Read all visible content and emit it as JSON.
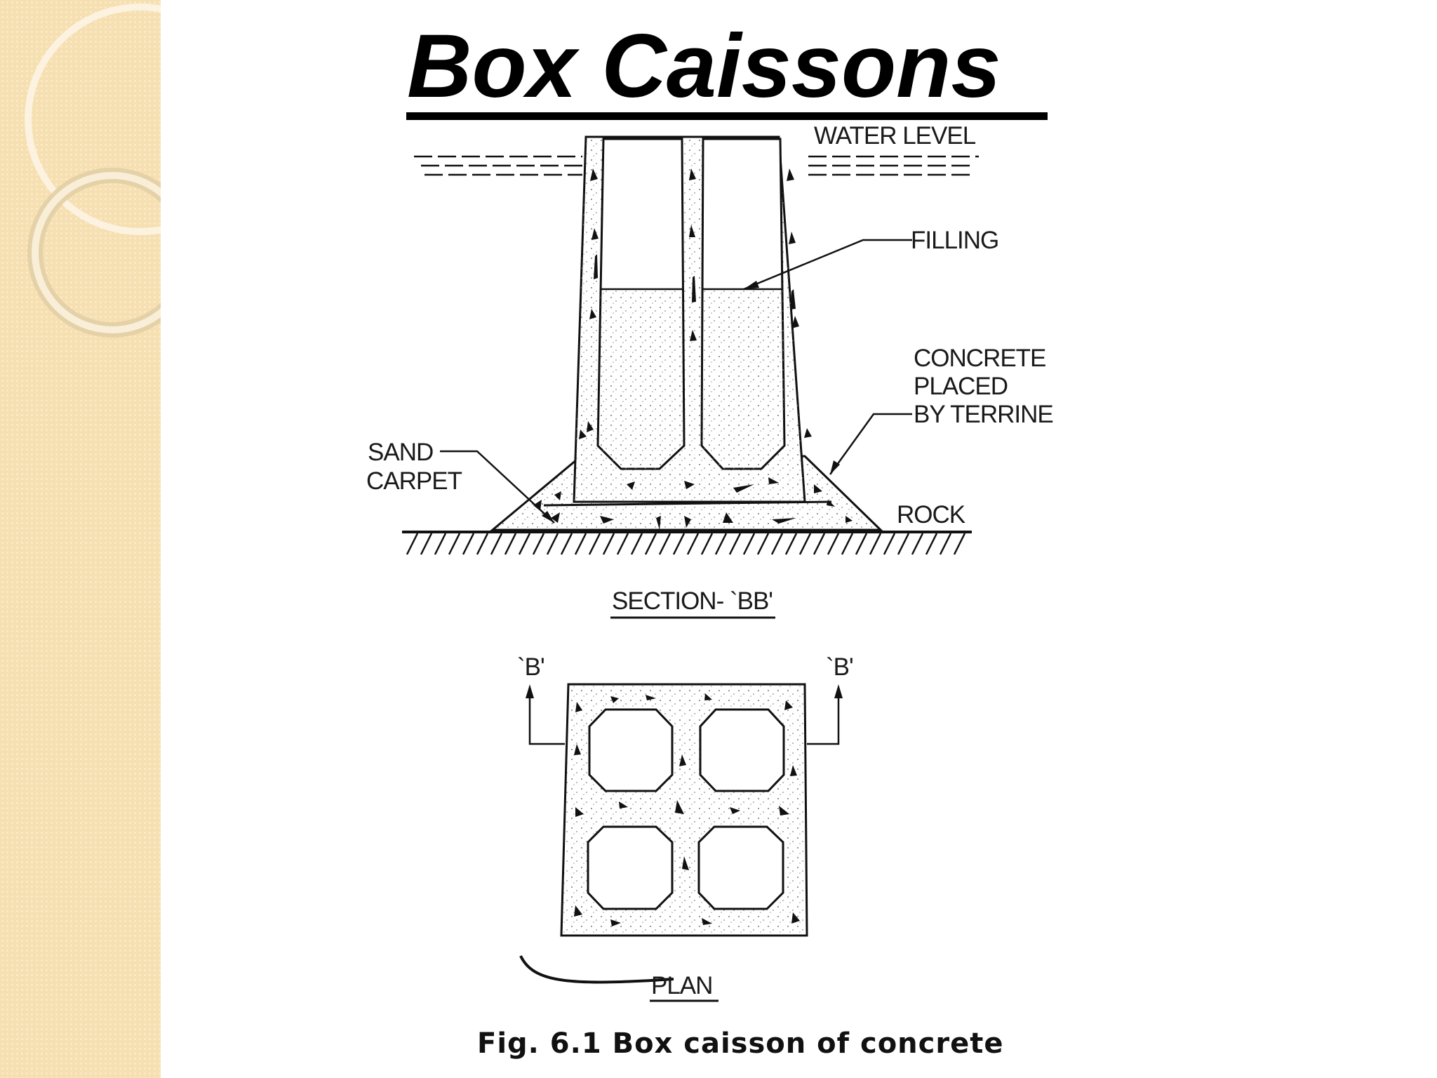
{
  "slide": {
    "title": "Box Caissons"
  },
  "section": {
    "water_level_label": "WATER LEVEL",
    "filling_label": "FILLING",
    "concrete_label_line1": "CONCRETE",
    "concrete_label_line2": "PLACED",
    "concrete_label_line3": "BY TERRINE",
    "sand_label_line1": "SAND",
    "sand_label_line2": "CARPET",
    "rock_label": "ROCK",
    "section_title": "SECTION- `BB'"
  },
  "plan": {
    "marker_left": "`B'",
    "marker_right": "`B'",
    "plan_title": "PLAN"
  },
  "figure": {
    "caption": "Fig. 6.1 Box caisson of concrete"
  }
}
